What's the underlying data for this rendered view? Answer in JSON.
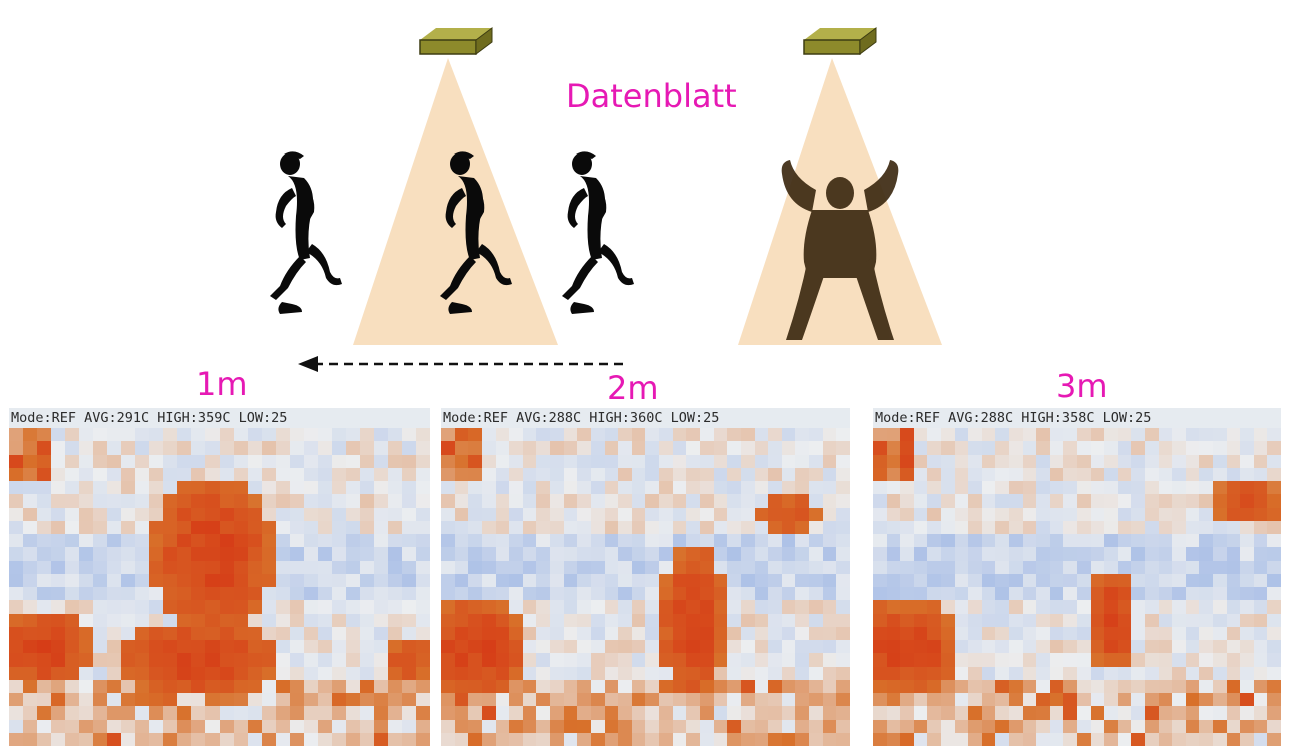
{
  "datasheet_label": "Datenblatt",
  "distances": [
    "1m",
    "2m",
    "3m"
  ],
  "panels": [
    {
      "hud": "Mode:REF AVG:291C HIGH:359C LOW:25",
      "distance": "1m"
    },
    {
      "hud": "Mode:REF AVG:288C HIGH:360C LOW:25",
      "distance": "2m"
    },
    {
      "hud": "Mode:REF AVG:288C HIGH:358C LOW:25",
      "distance": "3m"
    }
  ],
  "colors": {
    "label": "#e619b4",
    "cone": "#f8dfbf",
    "sensor": "#8d8a2b",
    "cold": "#7d9fe0",
    "warm": "#d8702a",
    "hot": "#d63a16"
  }
}
